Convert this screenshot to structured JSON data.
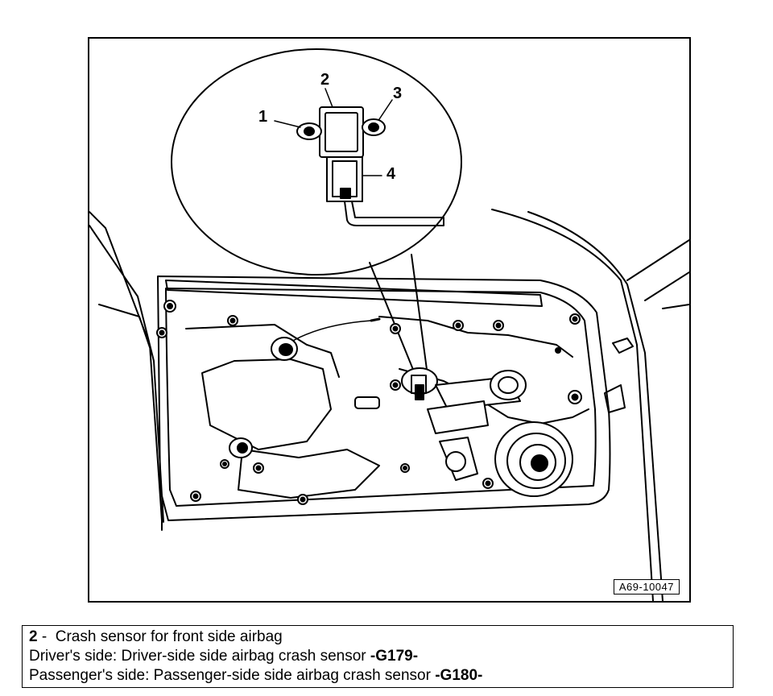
{
  "figure": {
    "code": "A69-10047",
    "callouts": {
      "c1": "1",
      "c2": "2",
      "c3": "3",
      "c4": "4"
    }
  },
  "caption": {
    "item_number": "2",
    "item_separator": " -  ",
    "item_title": "Crash sensor for front side airbag",
    "driver_prefix": "Driver's side: Driver-side side airbag crash sensor ",
    "driver_code": "-G179-",
    "passenger_prefix": "Passenger's side: Passenger-side side airbag crash sensor ",
    "passenger_code": "-G180-"
  }
}
